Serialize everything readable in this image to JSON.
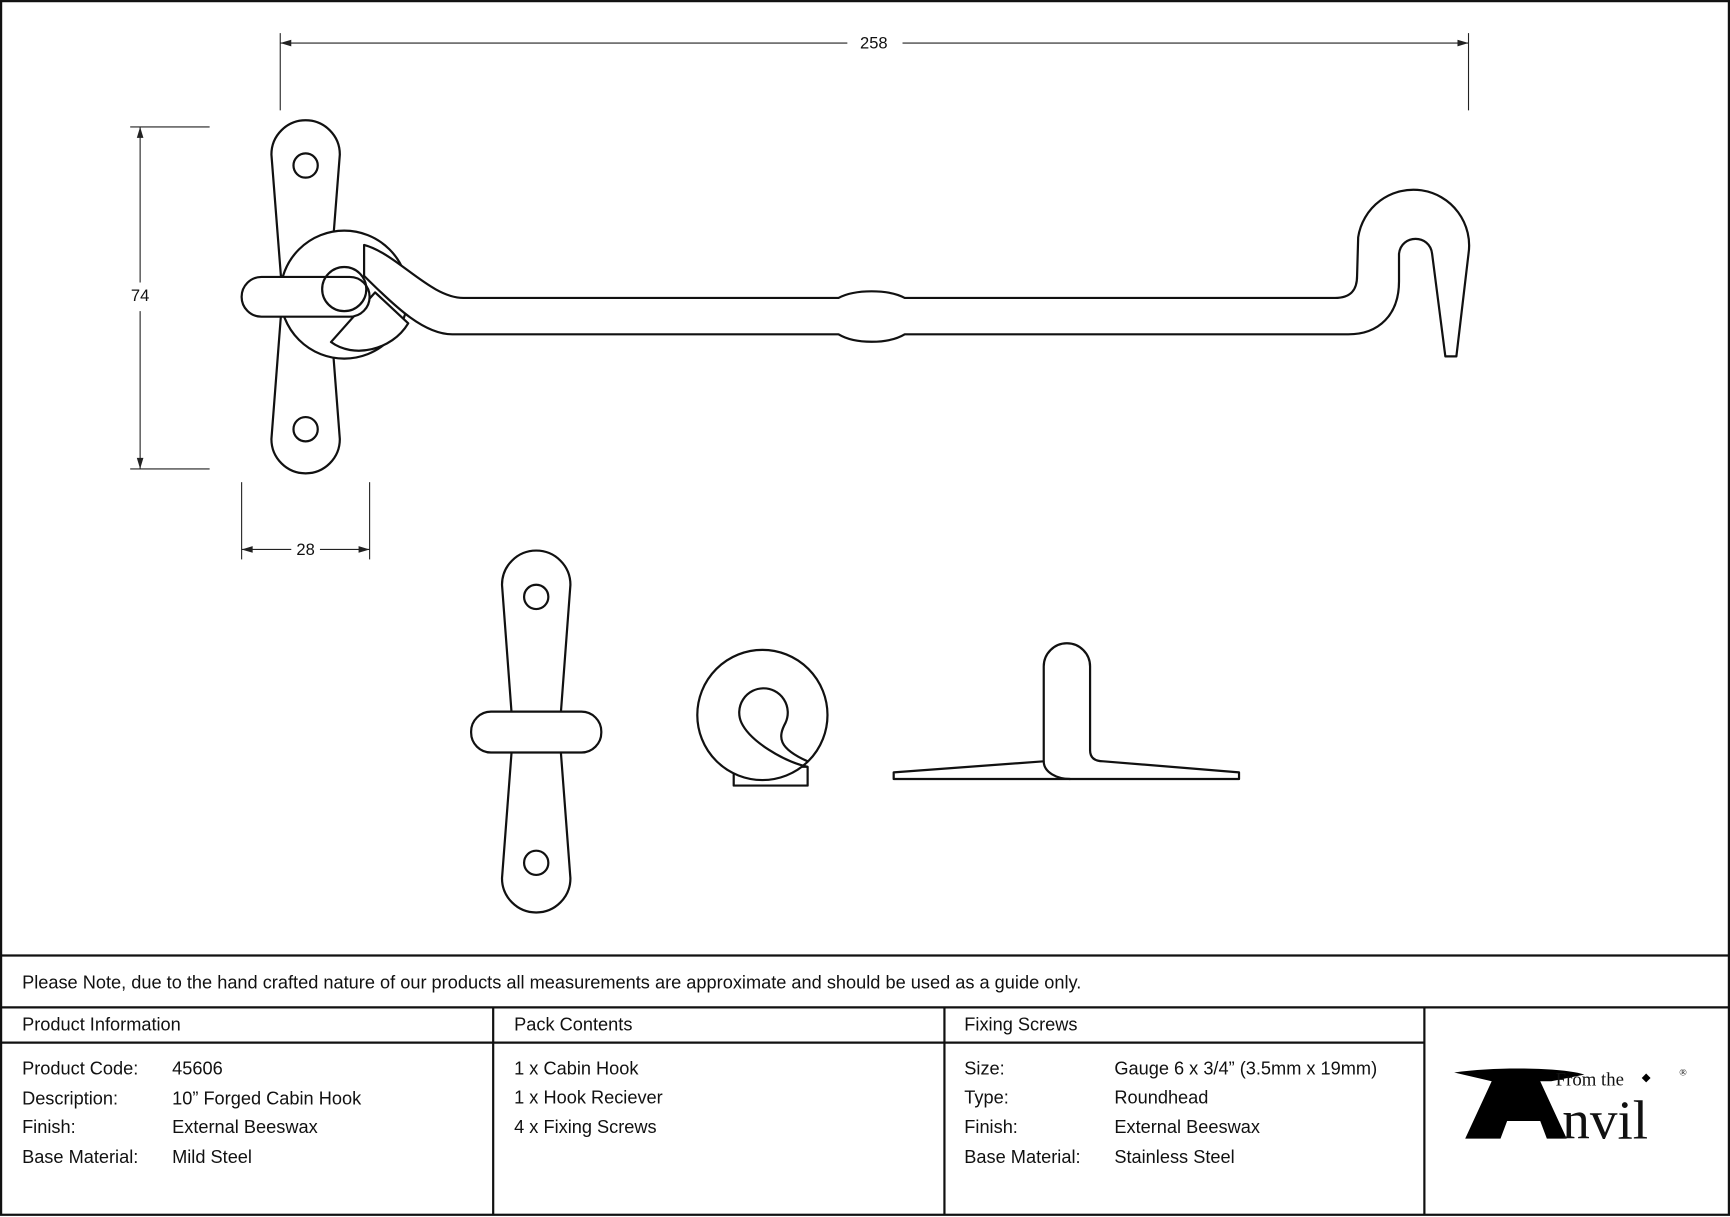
{
  "dimensions": {
    "length": "258",
    "height": "74",
    "width": "28"
  },
  "note": "Please Note, due to the hand crafted nature of our products all measurements are approximate and should be used as a guide only.",
  "product_info": {
    "heading": "Product Information",
    "rows": [
      {
        "label": "Product Code:",
        "value": "45606"
      },
      {
        "label": "Description:",
        "value": "10” Forged Cabin Hook"
      },
      {
        "label": "Finish:",
        "value": "External Beeswax"
      },
      {
        "label": "Base Material:",
        "value": "Mild Steel"
      }
    ]
  },
  "pack_contents": {
    "heading": "Pack Contents",
    "items": [
      "1 x Cabin Hook",
      "1 x Hook Reciever",
      "4 x Fixing Screws"
    ]
  },
  "fixing_screws": {
    "heading": "Fixing Screws",
    "rows": [
      {
        "label": "Size:",
        "value": "Gauge 6 x 3/4” (3.5mm x 19mm)"
      },
      {
        "label": "Type:",
        "value": "Roundhead"
      },
      {
        "label": "Finish:",
        "value": "External Beeswax"
      },
      {
        "label": "Base Material:",
        "value": "Stainless Steel"
      }
    ]
  },
  "logo": {
    "small": "From the",
    "big": "Anvil",
    "mark": "®"
  }
}
